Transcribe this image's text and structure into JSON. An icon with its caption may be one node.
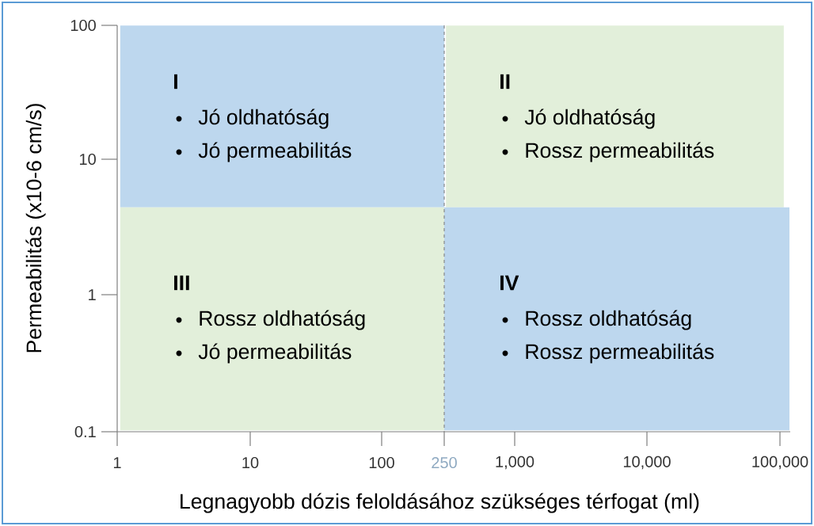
{
  "diagram": {
    "nodes": [
      {
        "text": [
          "I",
          "Jó oldhatóság",
          "Jó permeabilitás"
        ]
      },
      {
        "text": [
          "II",
          "Jó oldhatóság",
          "Rossz permeabilitás"
        ]
      },
      {
        "text": [
          "III",
          "Rossz oldhatóság",
          "Jó permeabilitás"
        ]
      },
      {
        "text": [
          "IV",
          "Rossz oldhatóság",
          "Rossz permeabilitás"
        ]
      }
    ],
    "labels": [
      "100",
      "10",
      "1",
      "0.1",
      "Permeabilitás (x10-6 cm/s)",
      "1",
      "10",
      "100",
      "250",
      "1,000",
      "10,000",
      "100,000",
      "Legnagyobb dózis feloldásához szükséges térfogat (ml)"
    ]
  }
}
